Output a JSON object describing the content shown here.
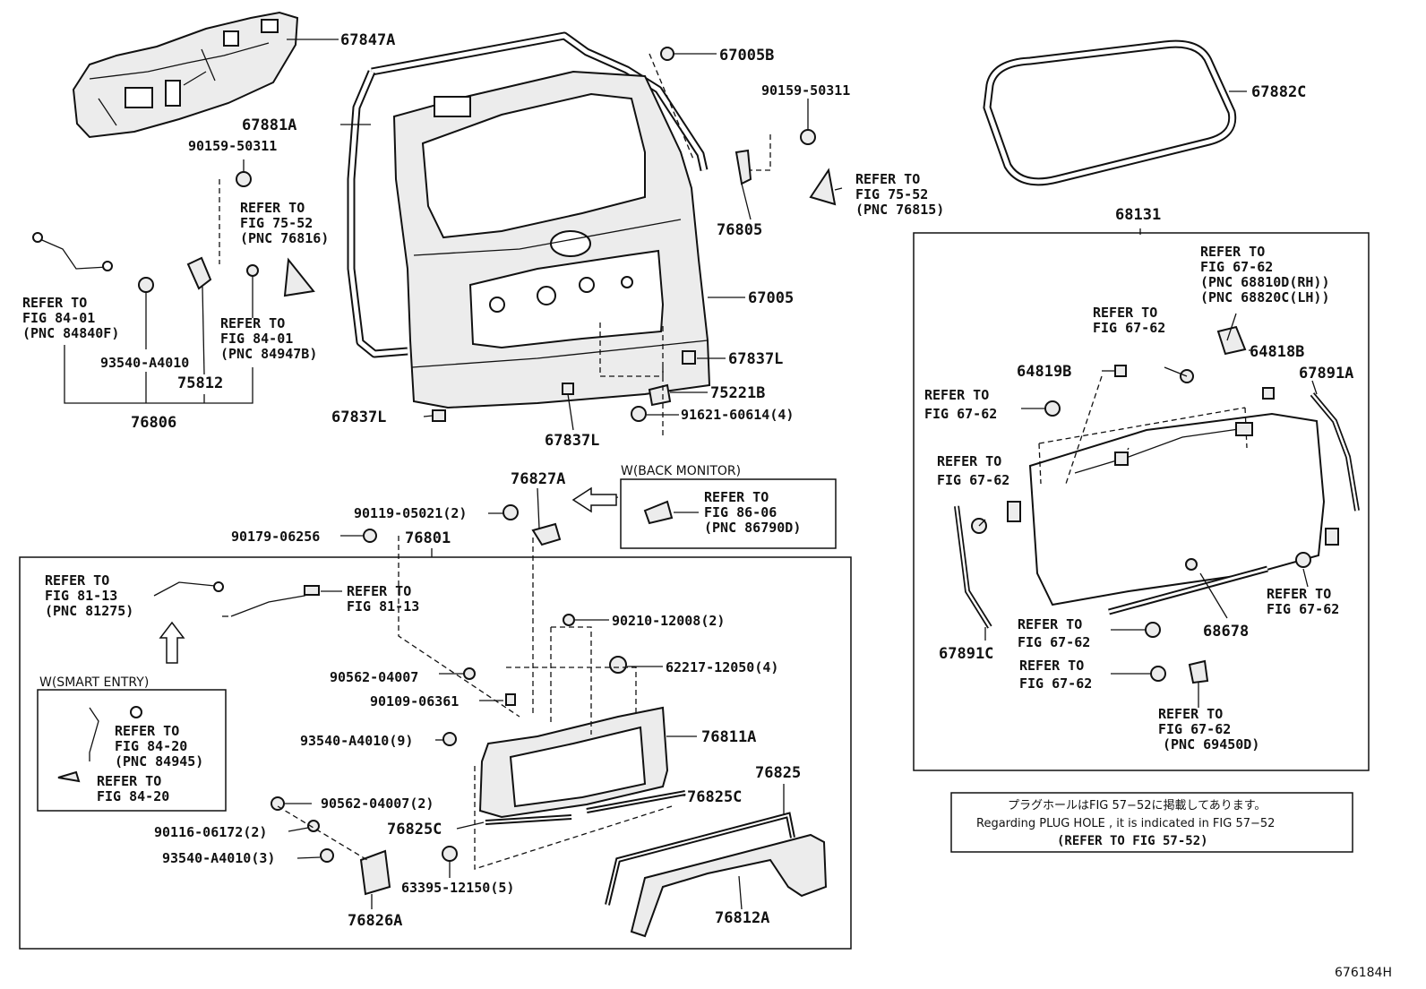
{
  "diagram_id": "676184H",
  "part_labels": {
    "p67847A": "67847A",
    "p67881A": "67881A",
    "p67005B": "67005B",
    "p90159_a": "90159-50311",
    "p90159_b": "90159-50311",
    "p76805": "76805",
    "p67882C": "67882C",
    "p68131": "68131",
    "p67005": "67005",
    "p67837L_a": "67837L",
    "p67837L_b": "67837L",
    "p67837L_c": "67837L",
    "p75221B": "75221B",
    "p91621": "91621-60614(4)",
    "p93540_a": "93540-A4010",
    "p75812": "75812",
    "p76806": "76806",
    "p76827A": "76827A",
    "p90119": "90119-05021(2)",
    "p90179": "90179-06256",
    "p76801": "76801",
    "p90210": "90210-12008(2)",
    "p62217": "62217-12050(4)",
    "p90562_a": "90562-04007",
    "p90109": "90109-06361",
    "p93540_b": "93540-A4010(9)",
    "p76811A": "76811A",
    "p76825": "76825",
    "p76825C_a": "76825C",
    "p76825C_b": "76825C",
    "p90562_b": "90562-04007(2)",
    "p90116": "90116-06172(2)",
    "p93540_c": "93540-A4010(3)",
    "p63395": "63395-12150(5)",
    "p76826A": "76826A",
    "p76812A": "76812A",
    "p64819B": "64819B",
    "p64818B": "64818B",
    "p67891A": "67891A",
    "p67891C": "67891C",
    "p68678": "68678"
  },
  "references": {
    "fig75_52_76815": [
      "REFER TO",
      "FIG 75-52",
      "(PNC 76815)"
    ],
    "fig75_52_76816": [
      "REFER TO",
      "FIG 75-52",
      "(PNC 76816)"
    ],
    "fig84_01_84840F": [
      "REFER TO",
      "FIG 84-01",
      "(PNC 84840F)"
    ],
    "fig84_01_84947B": [
      "REFER TO",
      "FIG 84-01",
      "(PNC 84947B)"
    ],
    "fig86_06": [
      "REFER TO",
      "FIG 86-06",
      "(PNC 86790D)"
    ],
    "fig81_13_81275": [
      "REFER TO",
      "FIG 81-13",
      "(PNC 81275)"
    ],
    "fig81_13": [
      "REFER TO",
      "FIG 81-13"
    ],
    "fig84_20_84945": [
      "REFER TO",
      "FIG 84-20",
      "(PNC 84945)"
    ],
    "fig84_20": [
      "REFER TO",
      "FIG 84-20"
    ],
    "fig67_62_hinge": [
      "REFER TO",
      "FIG 67-62",
      "(PNC 68810D(RH))",
      "(PNC 68820C(LH))"
    ],
    "fig67_62_a": [
      "REFER TO",
      "FIG 67-62"
    ],
    "fig67_62_b": [
      "REFER TO",
      "FIG 67-62"
    ],
    "fig67_62_c": [
      "REFER TO",
      "FIG 67-62"
    ],
    "fig67_62_d": [
      "REFER TO",
      "FIG 67-62"
    ],
    "fig67_62_e": [
      "REFER TO",
      "FIG 67-62"
    ],
    "fig67_62_f": [
      "REFER TO",
      "FIG 67-62"
    ],
    "fig67_62_69450D": [
      "REFER TO",
      "FIG 67-62",
      "(PNC 69450D)"
    ]
  },
  "group_titles": {
    "back_monitor": "W(BACK MONITOR)",
    "smart_entry": "W(SMART ENTRY)"
  },
  "plug_hole_note": {
    "japanese": "プラグホールはFIG 57−52に掲載してあります。",
    "english": "Regarding  PLUG  HOLE , it is indicated in FIG 57−52",
    "refer": "(REFER TO FIG 57-52)"
  }
}
